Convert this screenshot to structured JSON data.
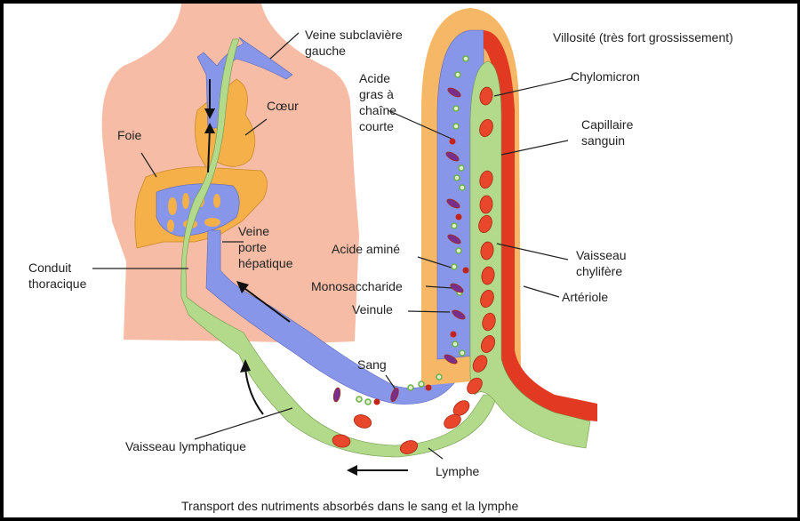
{
  "title": "Villosité (très fort grossissement)",
  "caption": "Transport des nutriments absorbés dans le sang et la lymphe",
  "colors": {
    "skin": "#f7bca5",
    "organ": "#f5b04a",
    "vein": "#8896ea",
    "lymph": "#b3d98a",
    "artery": "#e23a22",
    "villus": "#f6b867",
    "villus_inner": "#fbe5b0",
    "chylomicron": "#e8472c",
    "monosaccharide": "#7a2e8c",
    "amino_acid": "#6ab04a",
    "fatty_acid": "#c62318"
  },
  "labels": {
    "veine_subclaviere": [
      "Veine subclavière",
      "gauche"
    ],
    "coeur": "Cœur",
    "foie": "Foie",
    "veine_porte": [
      "Veine",
      "porte",
      "hépatique"
    ],
    "conduit_thoracique": [
      "Conduit",
      "thoracique"
    ],
    "acide_gras": [
      "Acide",
      "gras à",
      "chaîne",
      "courte"
    ],
    "acide_amine": "Acide aminé",
    "monosaccharide": "Monosaccharide",
    "veinule": "Veinule",
    "sang": "Sang",
    "vaisseau_lymphatique": "Vaisseau lymphatique",
    "lymphe": "Lymphe",
    "chylomicron": "Chylomicron",
    "capillaire": [
      "Capillaire",
      "sanguin"
    ],
    "vaisseau_chylifere": [
      "Vaisseau",
      "chylifère"
    ],
    "arteriole": "Artériole"
  }
}
